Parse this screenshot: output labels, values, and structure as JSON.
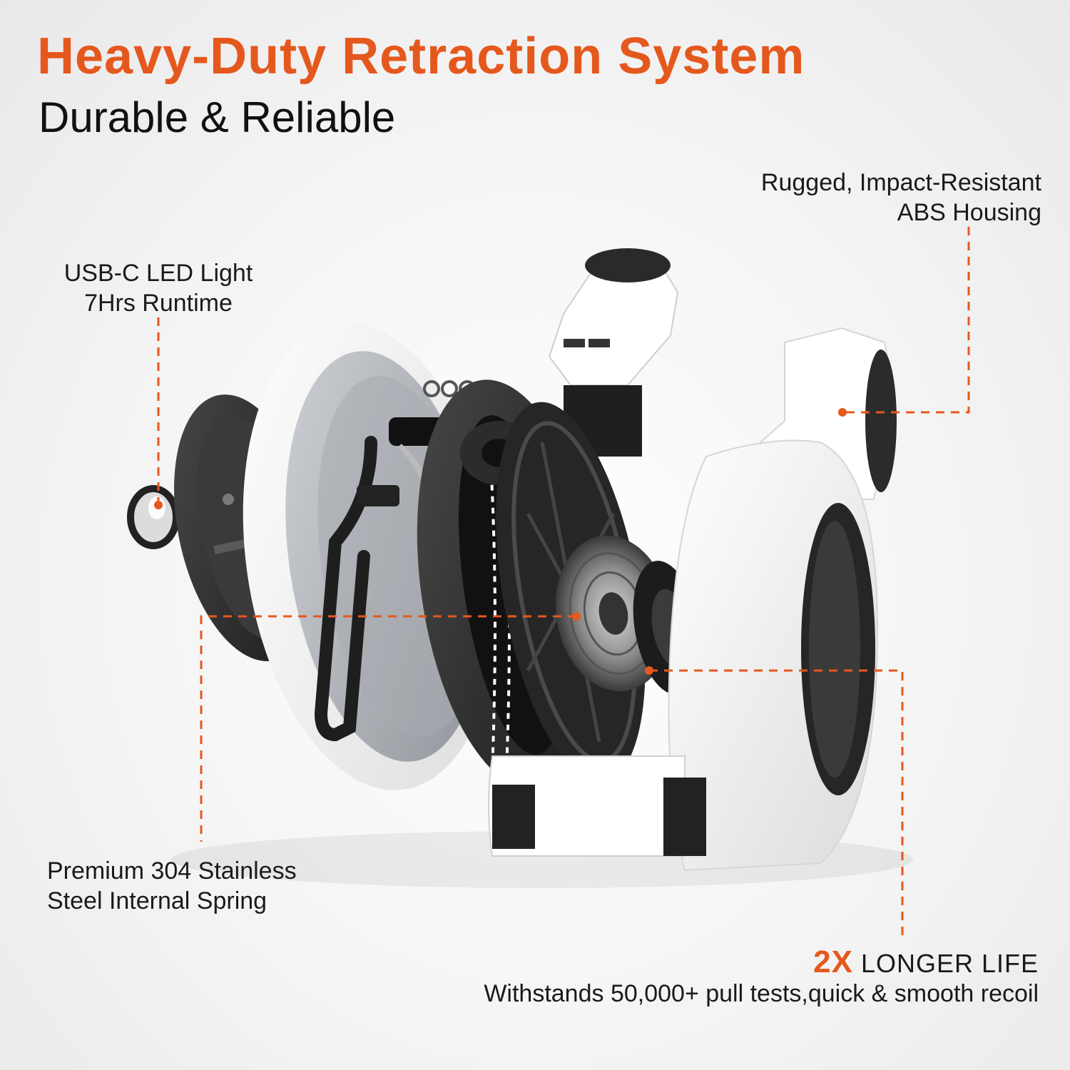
{
  "header": {
    "title": "Heavy-Duty Retraction System",
    "subtitle": "Durable & Reliable"
  },
  "callouts": {
    "housing": {
      "line1": "Rugged, Impact-Resistant",
      "line2": "ABS Housing"
    },
    "light": {
      "line1": "USB-C LED Light",
      "line2": "7Hrs Runtime"
    },
    "spring": {
      "line1": "Premium 304 Stainless",
      "line2": "Steel Internal Spring"
    },
    "life": {
      "highlight": "2X",
      "heading": "LONGER LIFE",
      "detail": "Withstands 50,000+ pull tests,quick & smooth recoil"
    }
  },
  "colors": {
    "accent": "#e5581d",
    "text": "#1a1a1a",
    "housing_white": "#ffffff",
    "housing_dark": "#2b2b2b"
  }
}
